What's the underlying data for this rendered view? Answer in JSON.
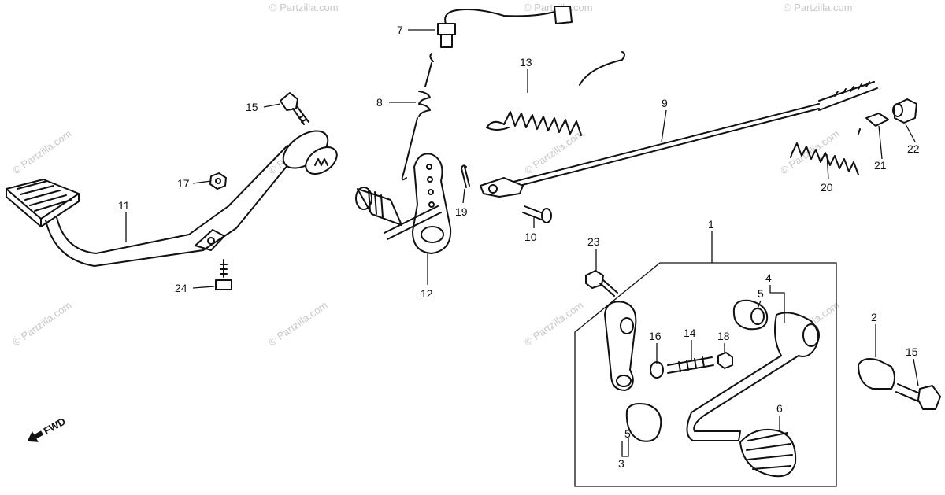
{
  "watermark": "© Partzilla.com",
  "direction_label": "FWD",
  "callouts": {
    "c1": "1",
    "c2": "2",
    "c3": "3",
    "c4": "4",
    "c5a": "5",
    "c5b": "5",
    "c6": "6",
    "c7": "7",
    "c8": "8",
    "c9": "9",
    "c10": "10",
    "c11": "11",
    "c12": "12",
    "c13": "13",
    "c14": "14",
    "c15a": "15",
    "c15b": "15",
    "c16": "16",
    "c17": "17",
    "c18": "18",
    "c19": "19",
    "c20": "20",
    "c21": "21",
    "c22": "22",
    "c23": "23",
    "c24": "24"
  }
}
